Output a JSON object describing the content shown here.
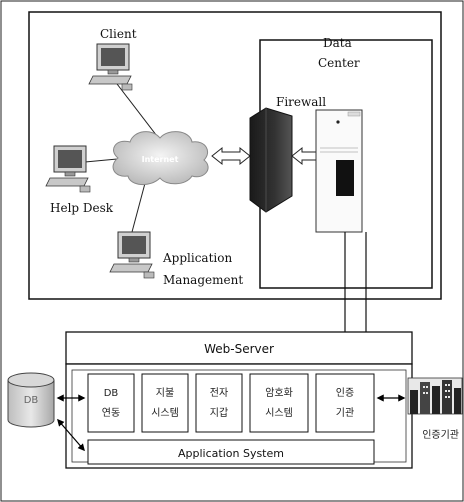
{
  "labels": {
    "client": "Client",
    "help_desk": "Help Desk",
    "application_management_1": "Application",
    "application_management_2": "Management",
    "internet": "Internet",
    "data_center_1": "Data",
    "data_center_2": "Center",
    "firewall": "Firewall",
    "web_server": "Web-Server",
    "db": "DB",
    "application_system": "Application System",
    "certification_authority": "인증기관"
  },
  "modules": [
    {
      "line1": "DB",
      "line2": "연동"
    },
    {
      "line1": "지불",
      "line2": "시스템"
    },
    {
      "line1": "전자",
      "line2": "지갑"
    },
    {
      "line1": "암호화",
      "line2": "시스템"
    },
    {
      "line1": "인증",
      "line2": "기관"
    }
  ]
}
